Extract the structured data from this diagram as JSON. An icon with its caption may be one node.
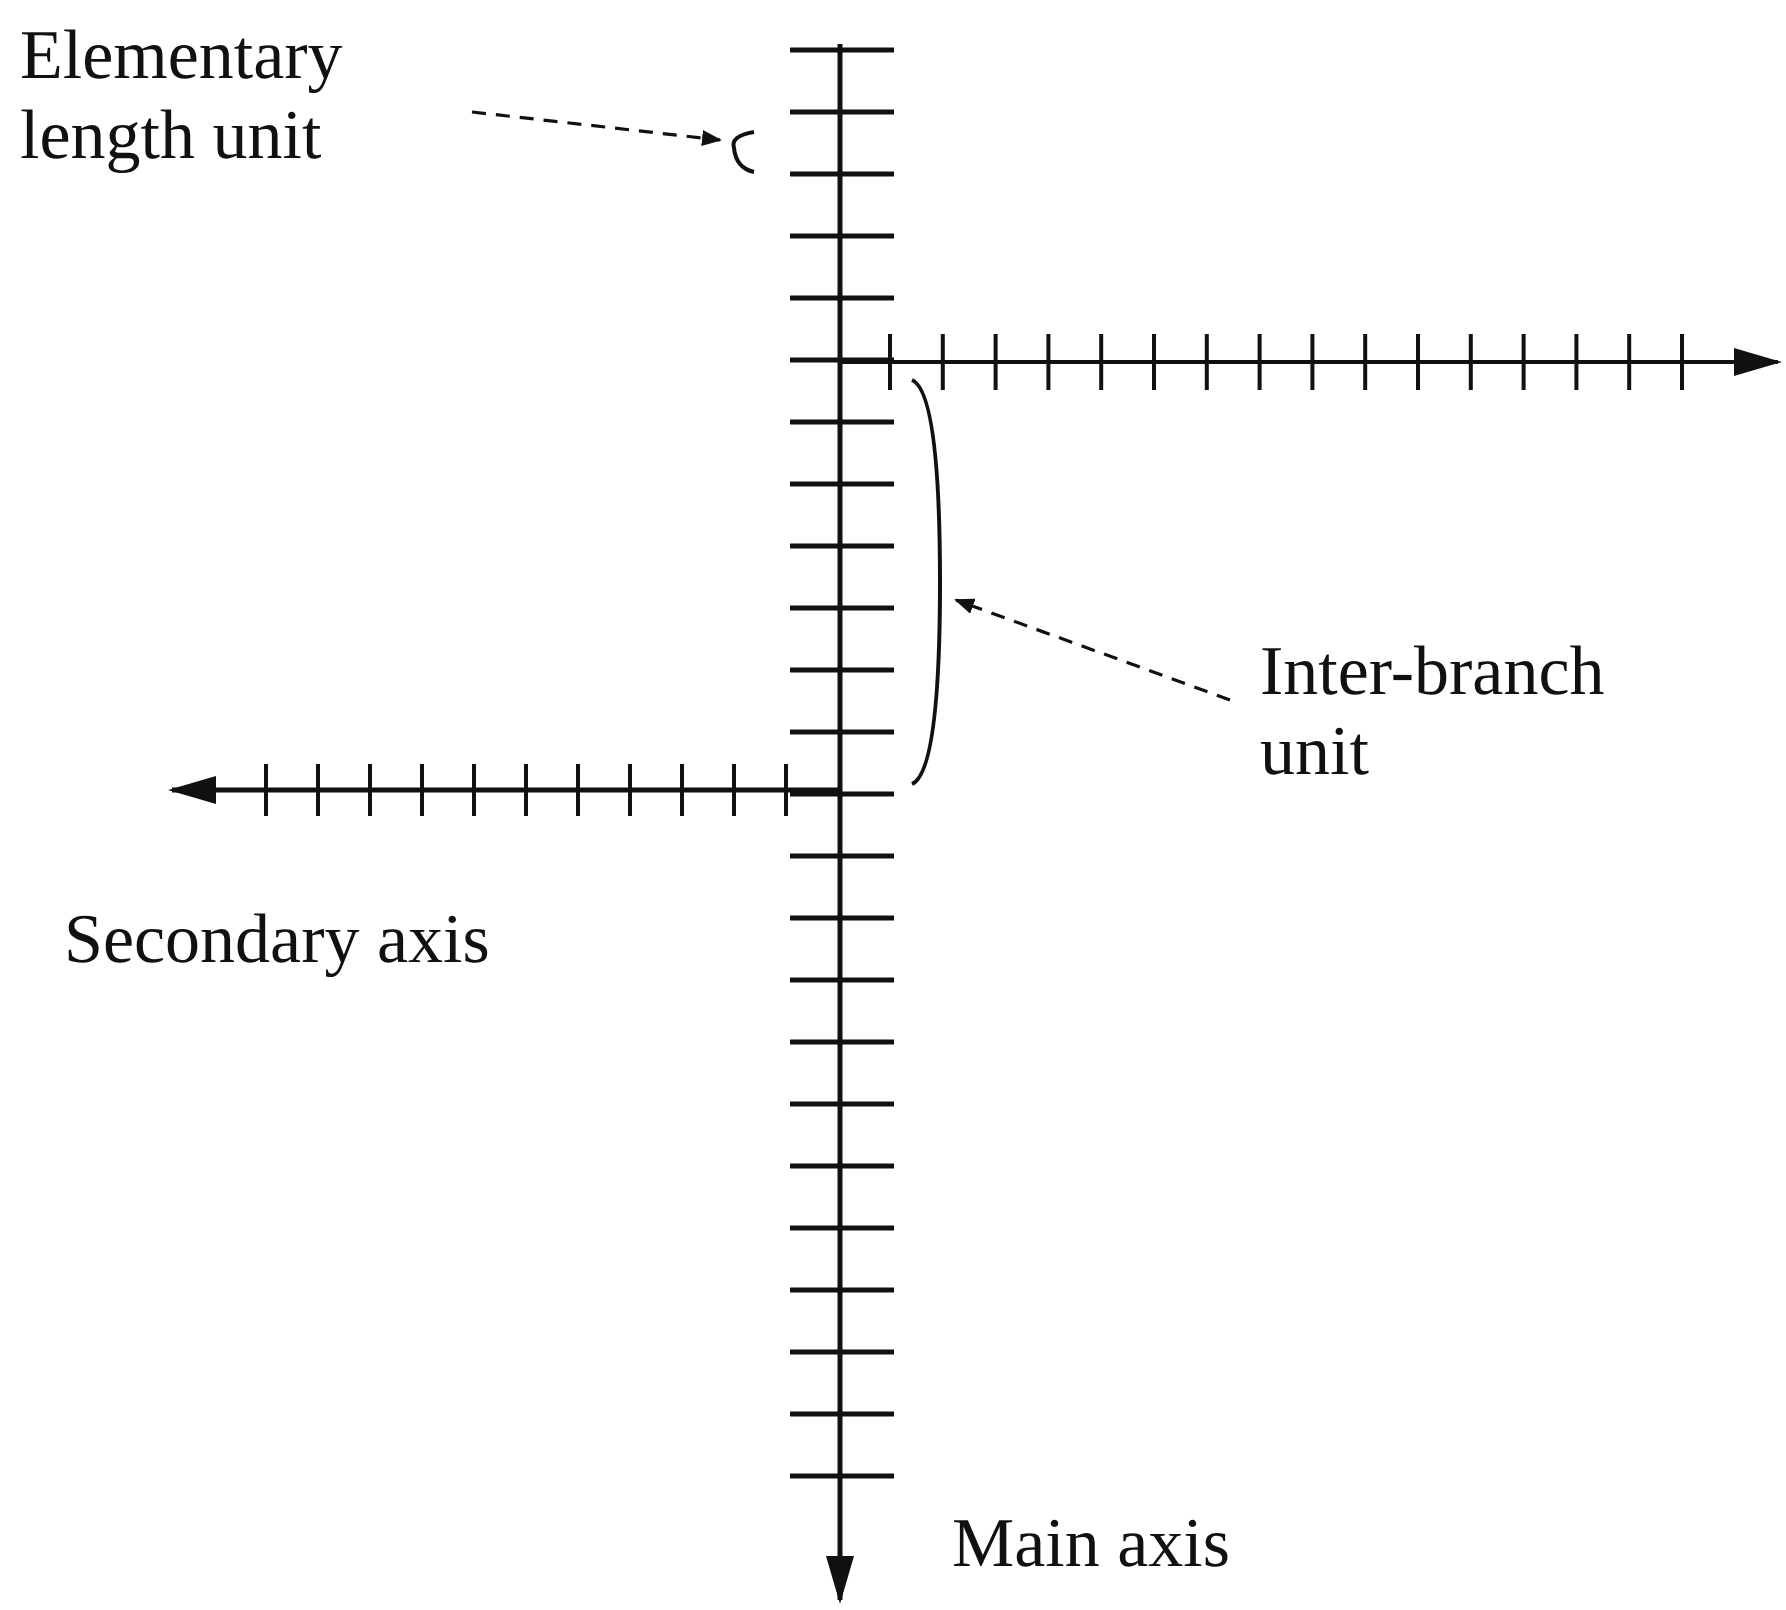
{
  "diagram": {
    "nodes": [
      {
        "text": [
          "Elementary length unit"
        ]
      },
      {
        "text": [],
        "shape": "bracket"
      },
      {
        "text": [
          "Inter-branch unit"
        ]
      },
      {
        "text": [],
        "shape": "bracket"
      }
    ],
    "edges": [
      {
        "from": 0,
        "to": 1,
        "arrow": "to",
        "style": "dashed"
      },
      {
        "from": 2,
        "to": 3,
        "arrow": "to",
        "style": "dashed"
      }
    ],
    "labels": [
      "Secondary axis",
      "Main axis"
    ]
  }
}
